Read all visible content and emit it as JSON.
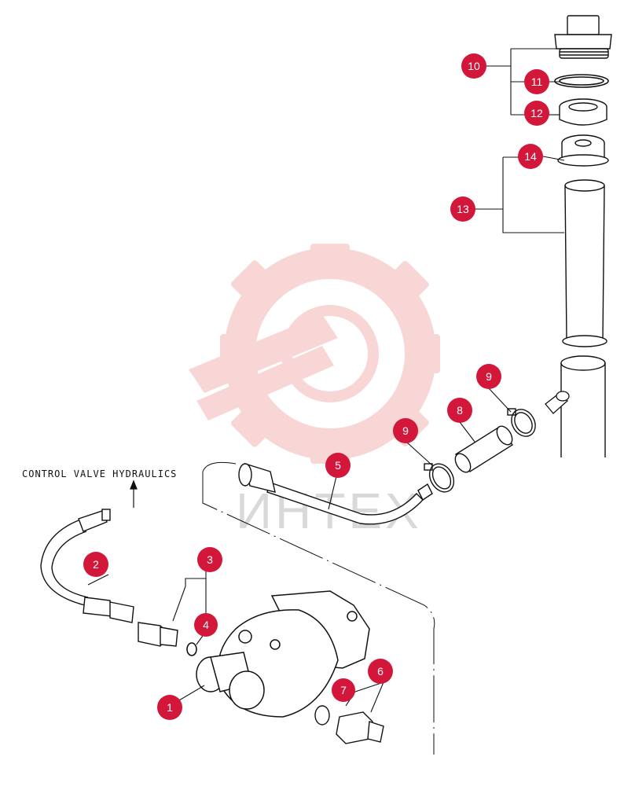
{
  "diagram": {
    "source_label": "CONTROL VALVE HYDRAULICS",
    "watermark_text": "ИНТЕХ",
    "callout_color": "#d3173a",
    "line_color": "#111111",
    "watermark_color": "#f7c9c9",
    "callouts": [
      "1",
      "2",
      "3",
      "4",
      "5",
      "6",
      "7",
      "8",
      "9",
      "9",
      "10",
      "11",
      "12",
      "13",
      "14"
    ]
  }
}
